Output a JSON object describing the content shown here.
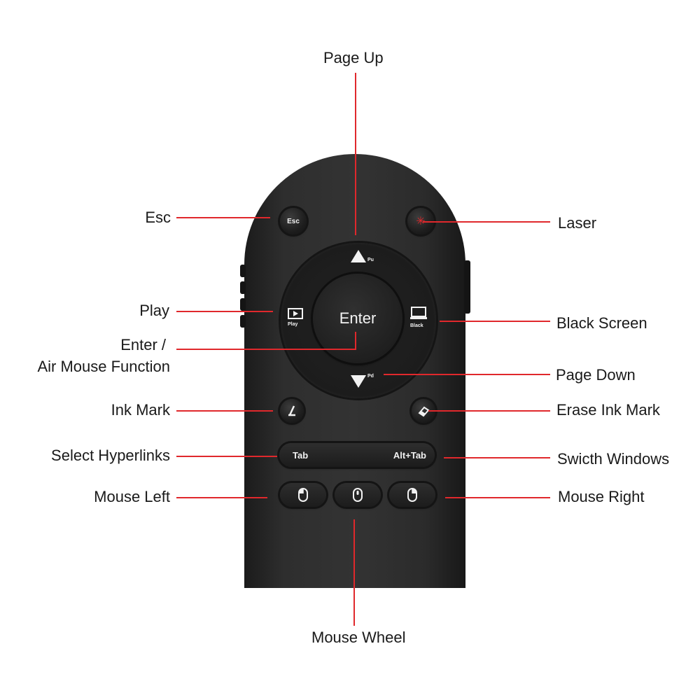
{
  "labels": {
    "page_up": "Page Up",
    "esc": "Esc",
    "laser": "Laser",
    "play": "Play",
    "black_screen": "Black Screen",
    "enter_line1": "Enter /",
    "enter_line2": "Air Mouse Function",
    "page_down": "Page Down",
    "ink_mark": "Ink Mark",
    "erase_ink_mark": "Erase Ink Mark",
    "select_hyperlinks": "Select Hyperlinks",
    "switch_windows": "Swicth Windows",
    "mouse_left": "Mouse Left",
    "mouse_right": "Mouse Right",
    "mouse_wheel": "Mouse Wheel"
  },
  "remote": {
    "esc_button": "Esc",
    "enter_button": "Enter",
    "pu_text": "Pu",
    "pd_text": "Pd",
    "play_text": "Play",
    "black_text": "Black",
    "tab_text": "Tab",
    "alt_tab_text": "Alt+Tab"
  },
  "colors": {
    "callout_line": "#e0282c",
    "remote_body": "#2e2e2e",
    "text": "#1a1a1a"
  }
}
